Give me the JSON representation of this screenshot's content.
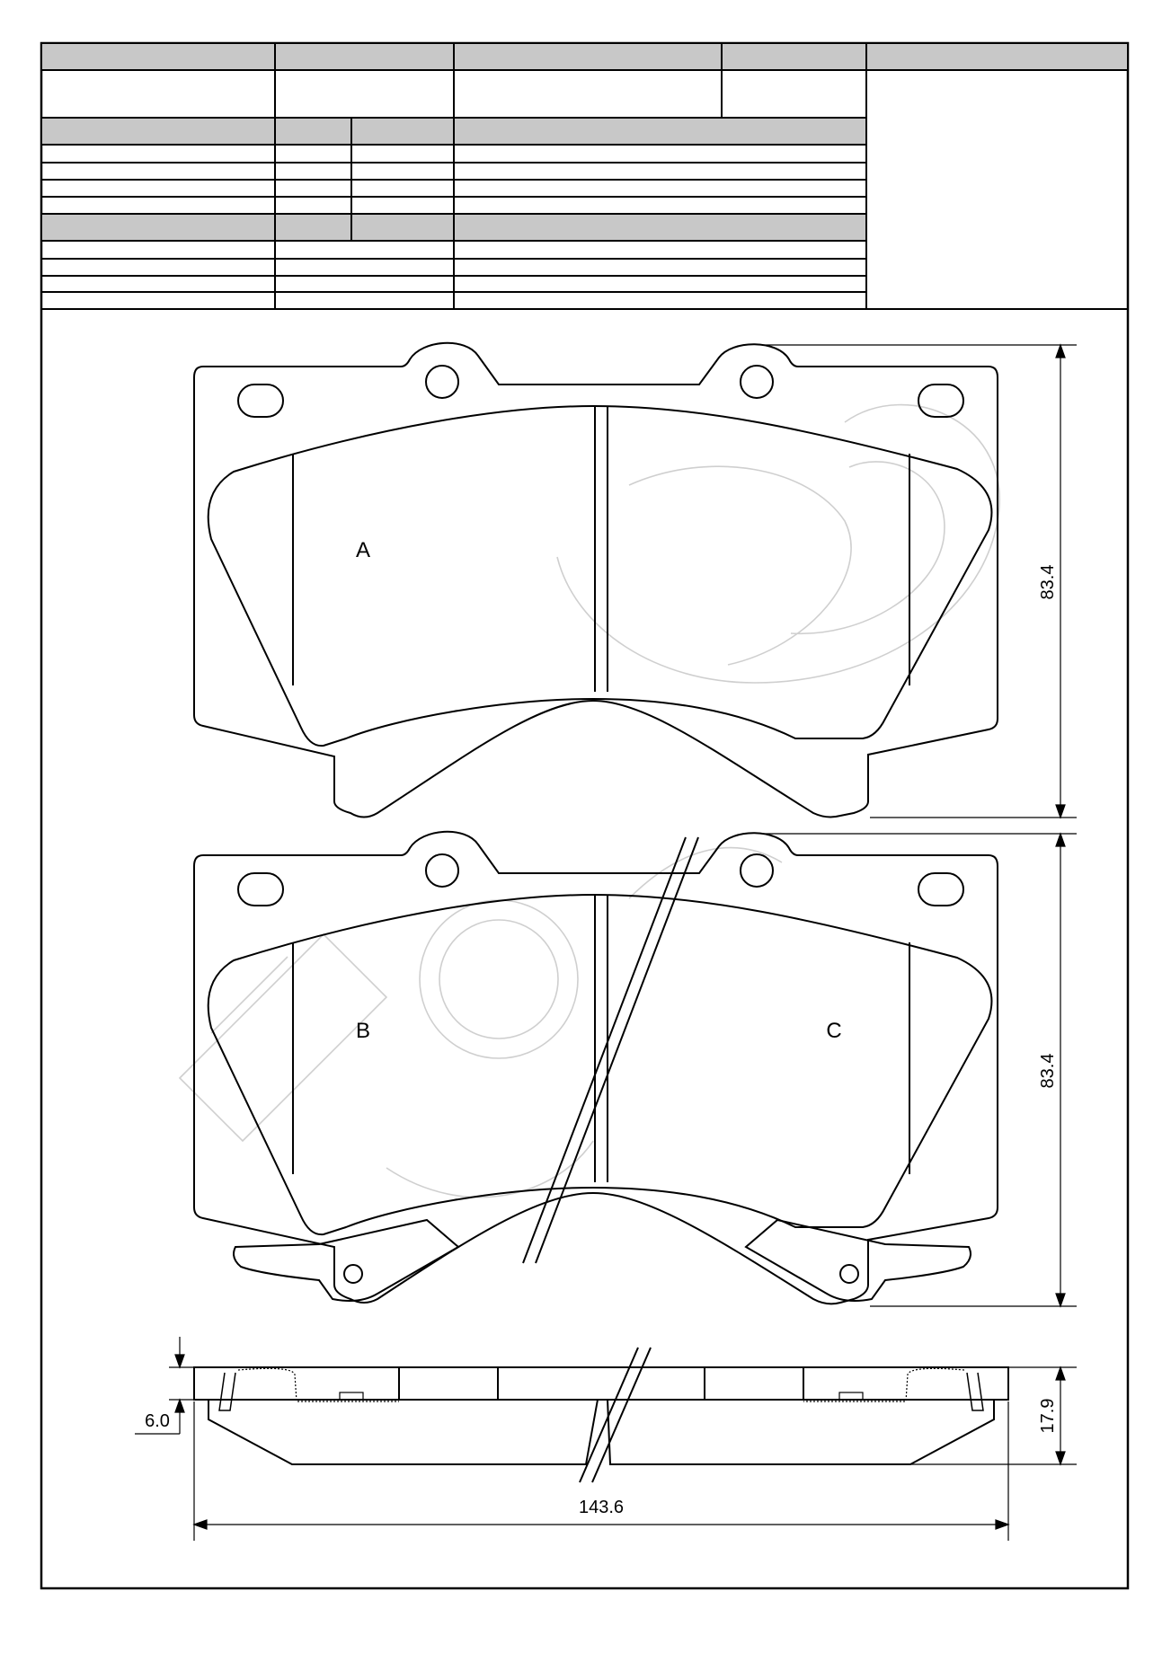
{
  "drawing": {
    "pad_labels": {
      "a": "A",
      "b": "B",
      "c": "C"
    },
    "dimensions": {
      "height_top_view": "83.4",
      "height_bottom_view": "83.4",
      "backing_plate_thickness": "6.0",
      "total_thickness": "17.9",
      "overall_width": "143.6"
    }
  },
  "colors": {
    "header_fill": "#c8c8c8",
    "line": "#000000",
    "watermark": "#cfcfcf"
  }
}
